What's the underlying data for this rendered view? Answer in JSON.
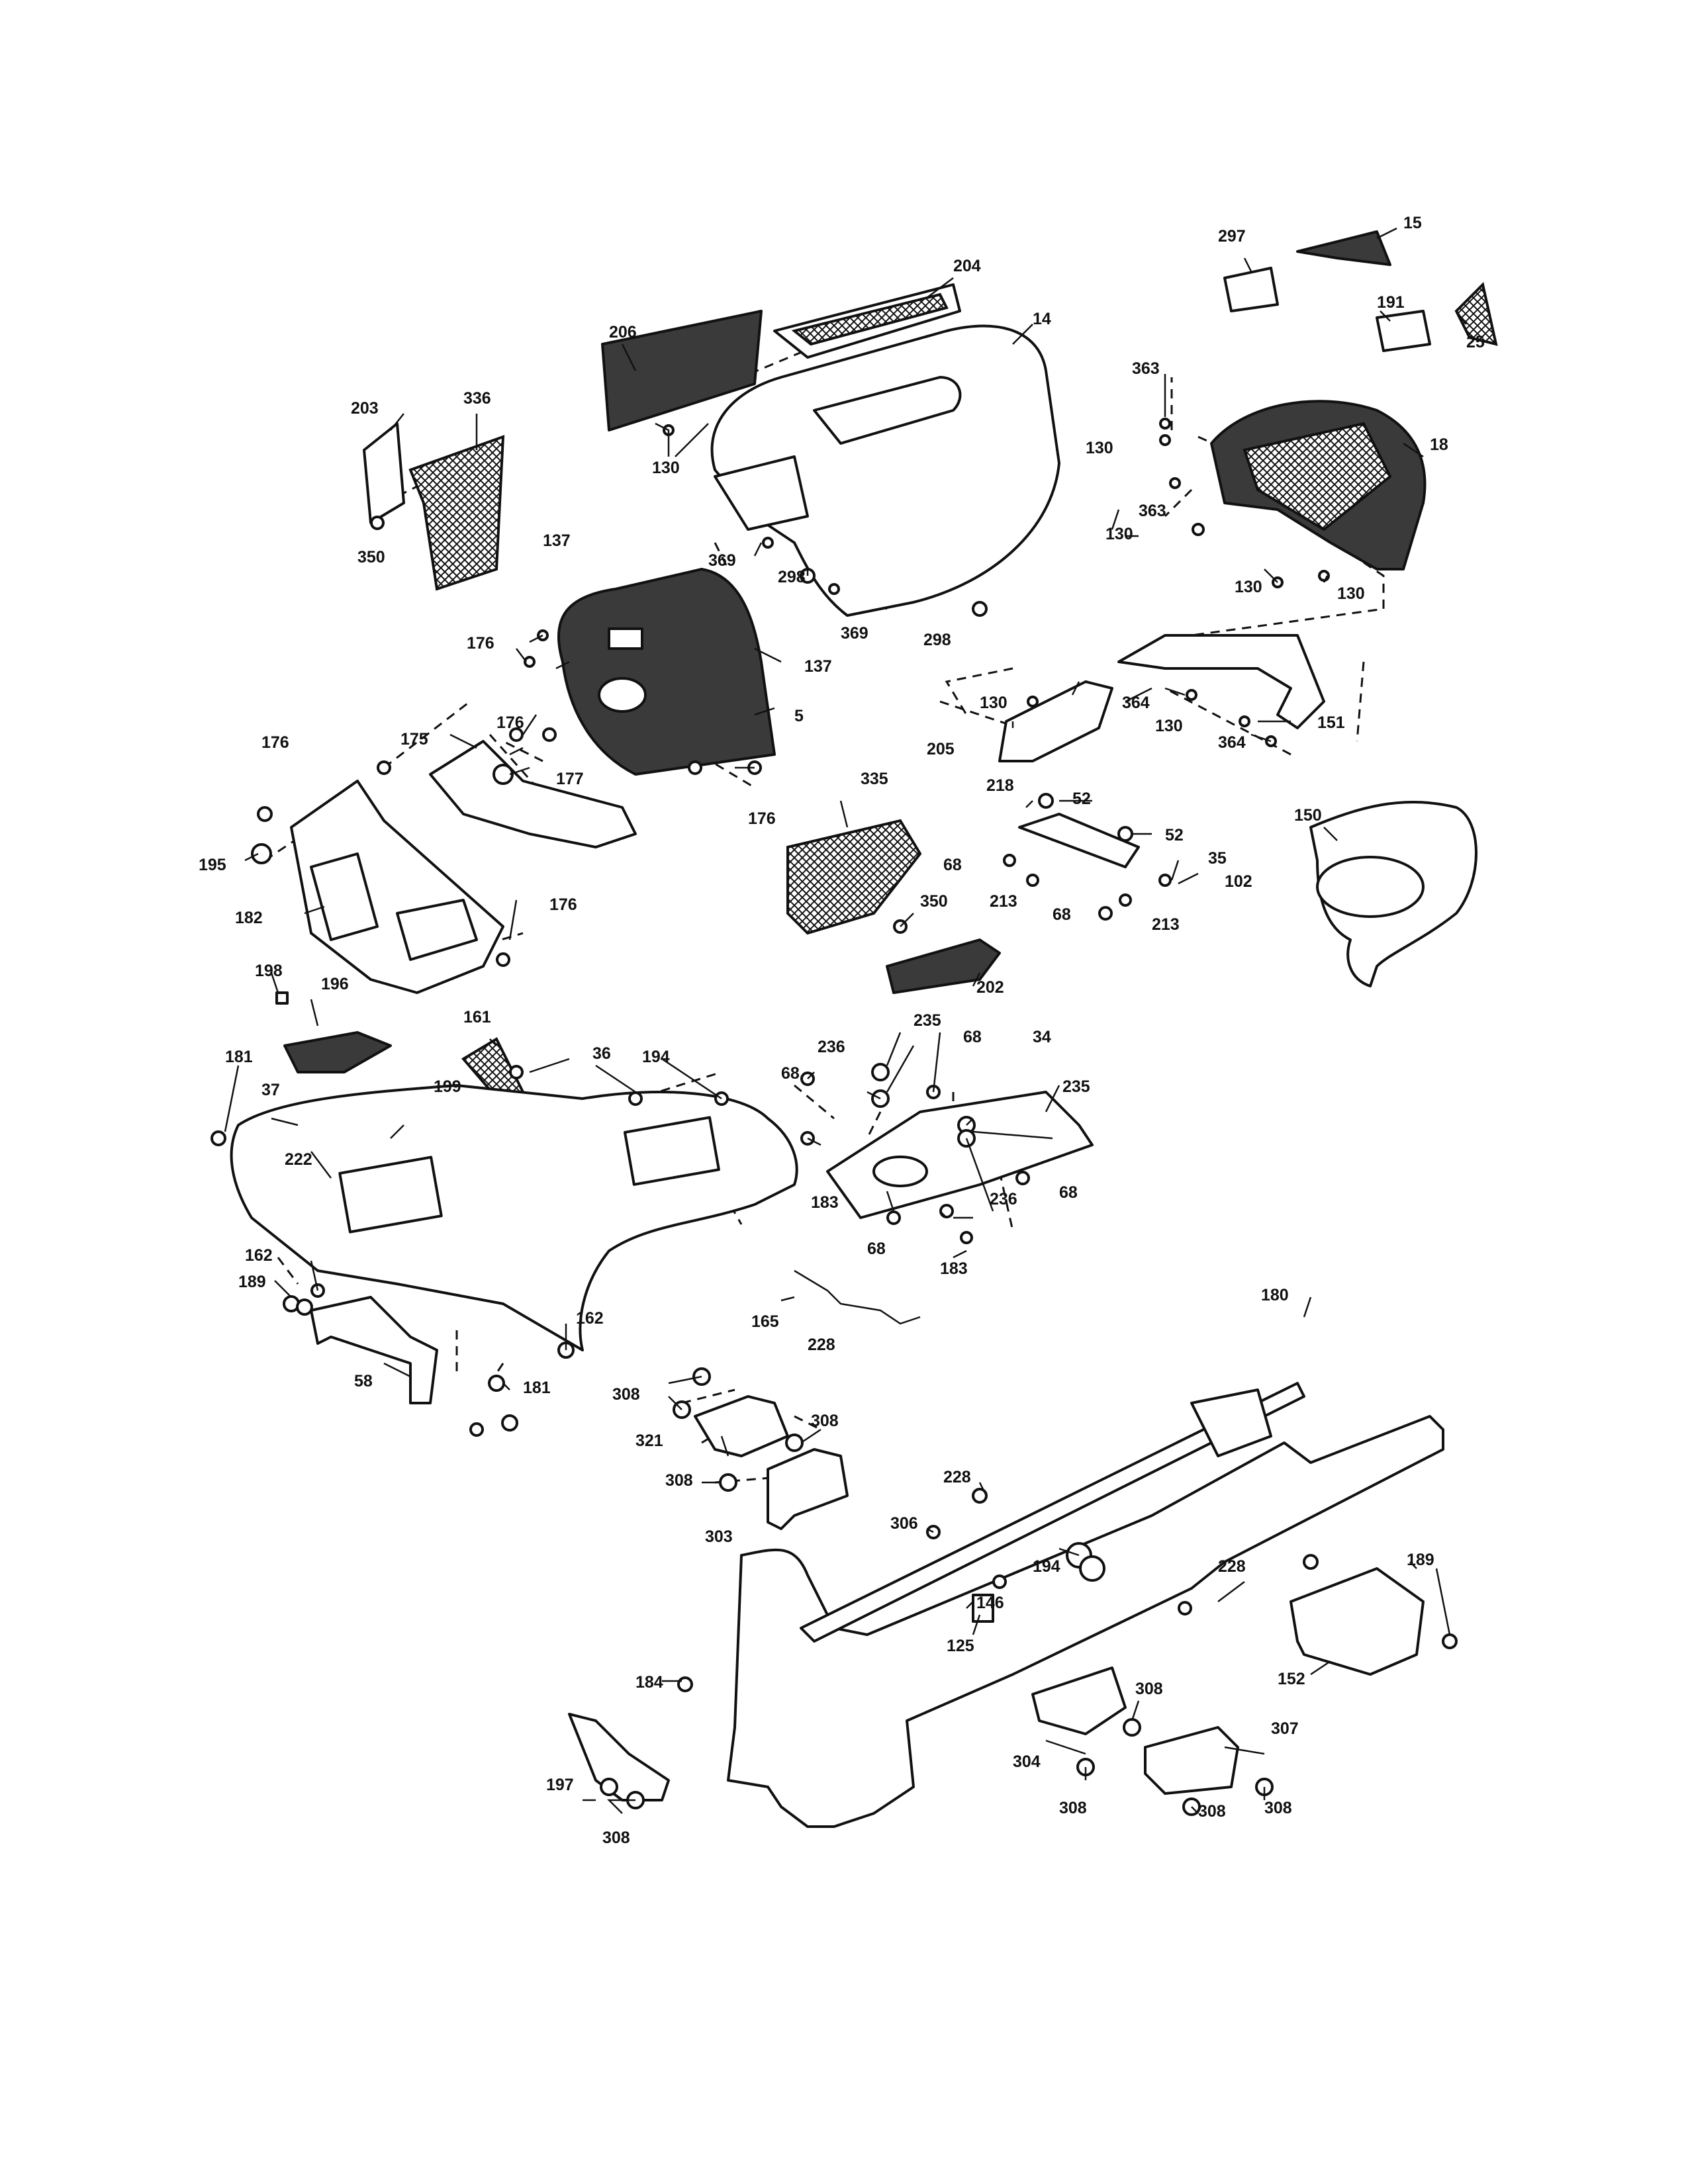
{
  "diagram": {
    "callouts": [
      "15",
      "297",
      "191",
      "25",
      "204",
      "14",
      "206",
      "203",
      "336",
      "130",
      "369",
      "298",
      "363",
      "18",
      "130",
      "363",
      "130",
      "130",
      "130",
      "350",
      "137",
      "369",
      "298",
      "176",
      "137",
      "5",
      "364",
      "130",
      "151",
      "364",
      "175",
      "176",
      "177",
      "205",
      "176",
      "130",
      "52",
      "176",
      "195",
      "218",
      "68",
      "52",
      "35",
      "102",
      "335",
      "150",
      "182",
      "176",
      "350",
      "68",
      "213",
      "213",
      "202",
      "198",
      "196",
      "235",
      "161",
      "68",
      "36",
      "194",
      "181",
      "37",
      "199",
      "236",
      "68",
      "34",
      "235",
      "222",
      "183",
      "68",
      "236",
      "183",
      "162",
      "68",
      "189",
      "162",
      "165",
      "228",
      "180",
      "58",
      "181",
      "308",
      "308",
      "321",
      "303",
      "308",
      "228",
      "189",
      "306",
      "194",
      "228",
      "146",
      "125",
      "152",
      "184",
      "308",
      "304",
      "308",
      "307",
      "197",
      "308",
      "308",
      "308"
    ]
  }
}
